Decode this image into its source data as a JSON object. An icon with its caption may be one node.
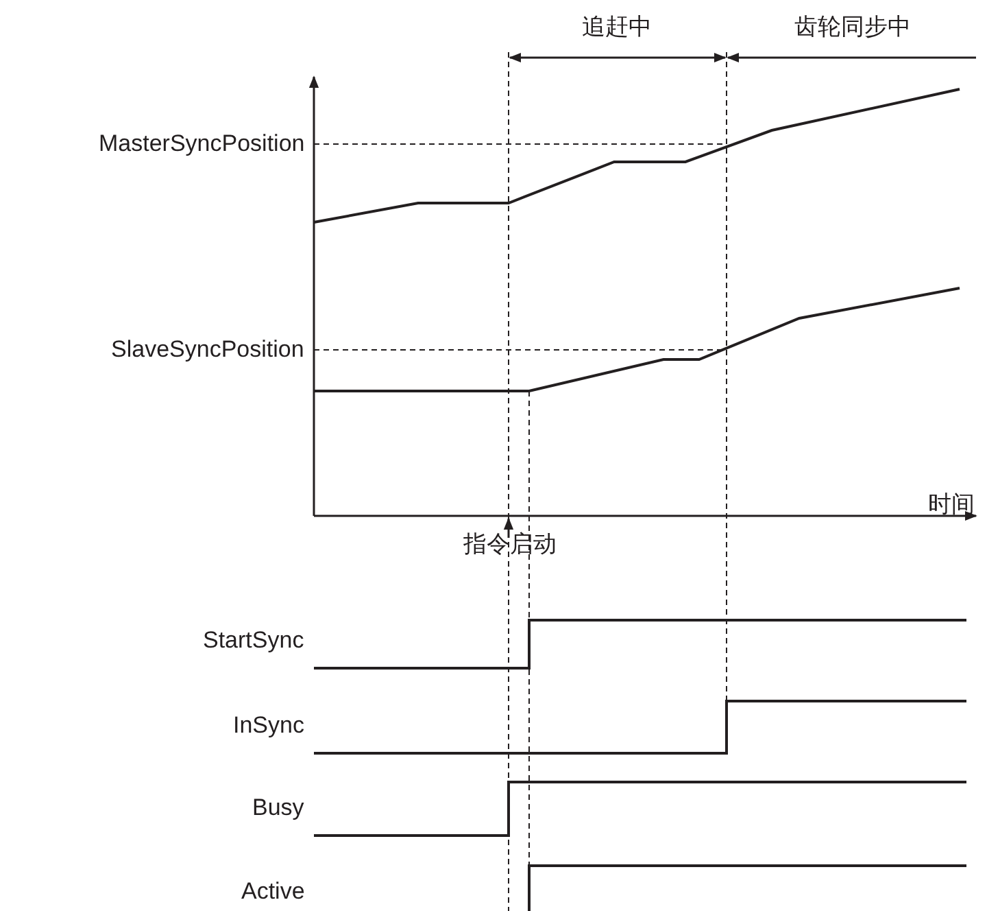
{
  "diagram": {
    "labels": [
      "追赶中",
      "齿轮同步中",
      "MasterSyncPosition",
      "SlaveSyncPosition",
      "时间",
      "指令启动",
      "StartSync",
      "InSync",
      "Busy",
      "Active"
    ]
  }
}
